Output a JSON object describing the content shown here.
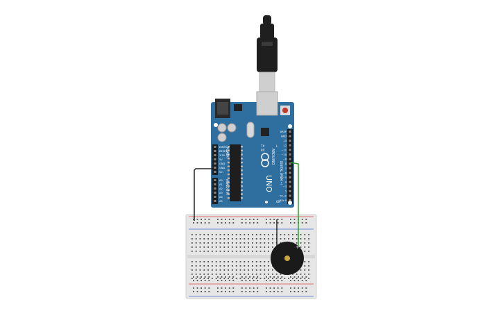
{
  "canvas": {
    "background": "#ffffff"
  },
  "arduino": {
    "board_color": "#2f6f9f",
    "brand_text": "ARDUINO",
    "model_text": "UNO",
    "power_header_label": "POWER",
    "analog_header_label": "ANALOG IN",
    "digital_header_label": "DIGITAL (PWM ~)",
    "power_pins": [
      "IOREF",
      "RESET",
      "3.3V",
      "5V",
      "GND",
      "GND",
      "Vin"
    ],
    "analog_pins": [
      "A0",
      "A1",
      "A2",
      "A3",
      "A4",
      "A5"
    ],
    "digital_pins": [
      "AREF",
      "GND",
      "13",
      "12",
      "~11",
      "~10",
      "~9",
      "8",
      "7",
      "~6",
      "~5",
      "4",
      "~3",
      "2",
      "TX→1",
      "RX←0"
    ],
    "tx_label": "TX",
    "rx_label": "RX",
    "on_label": "ON",
    "l_label": "L"
  },
  "usb_cable": {
    "color": "#1f1f1f",
    "plug_color": "#c9c9c9"
  },
  "breadboard": {
    "color": "#e6e6e6",
    "rail_red": "#d44",
    "rail_blue": "#4a6fd4"
  },
  "piezo": {
    "name": "piezo-buzzer",
    "plus_label": "+",
    "body_color": "#1a1a1a"
  },
  "wires": [
    {
      "name": "gnd-wire",
      "color": "#222222"
    },
    {
      "name": "signal-wire",
      "color": "#2aa02a"
    },
    {
      "name": "buzzer-gnd-wire",
      "color": "#222222"
    }
  ]
}
